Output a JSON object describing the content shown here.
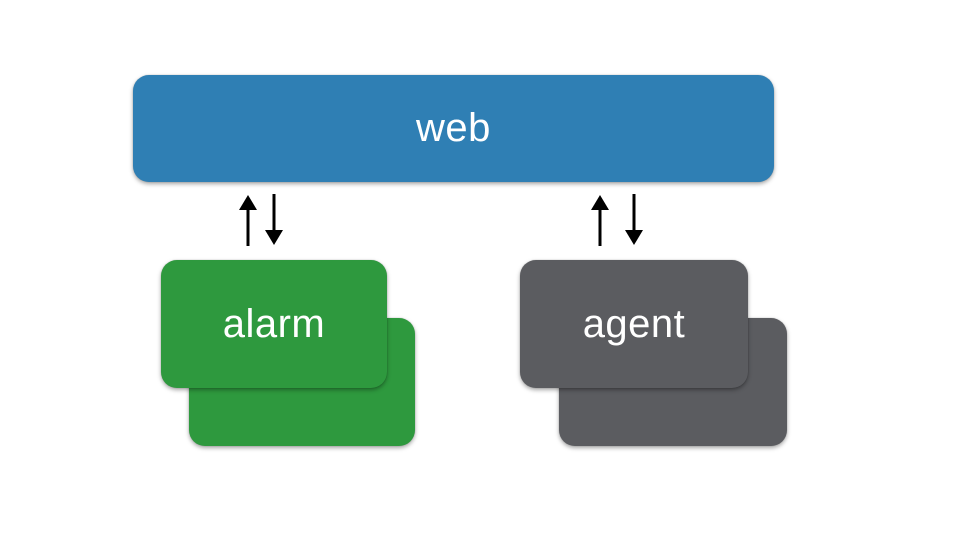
{
  "diagram": {
    "web": {
      "label": "web",
      "color": "#2f7fb4"
    },
    "alarm": {
      "label": "alarm",
      "color": "#2e993e"
    },
    "agent": {
      "label": "agent",
      "color": "#5b5c60"
    },
    "arrow_color": "#000000",
    "connections": [
      {
        "from": "alarm",
        "to": "web",
        "direction": "bidirectional"
      },
      {
        "from": "agent",
        "to": "web",
        "direction": "bidirectional"
      }
    ]
  }
}
